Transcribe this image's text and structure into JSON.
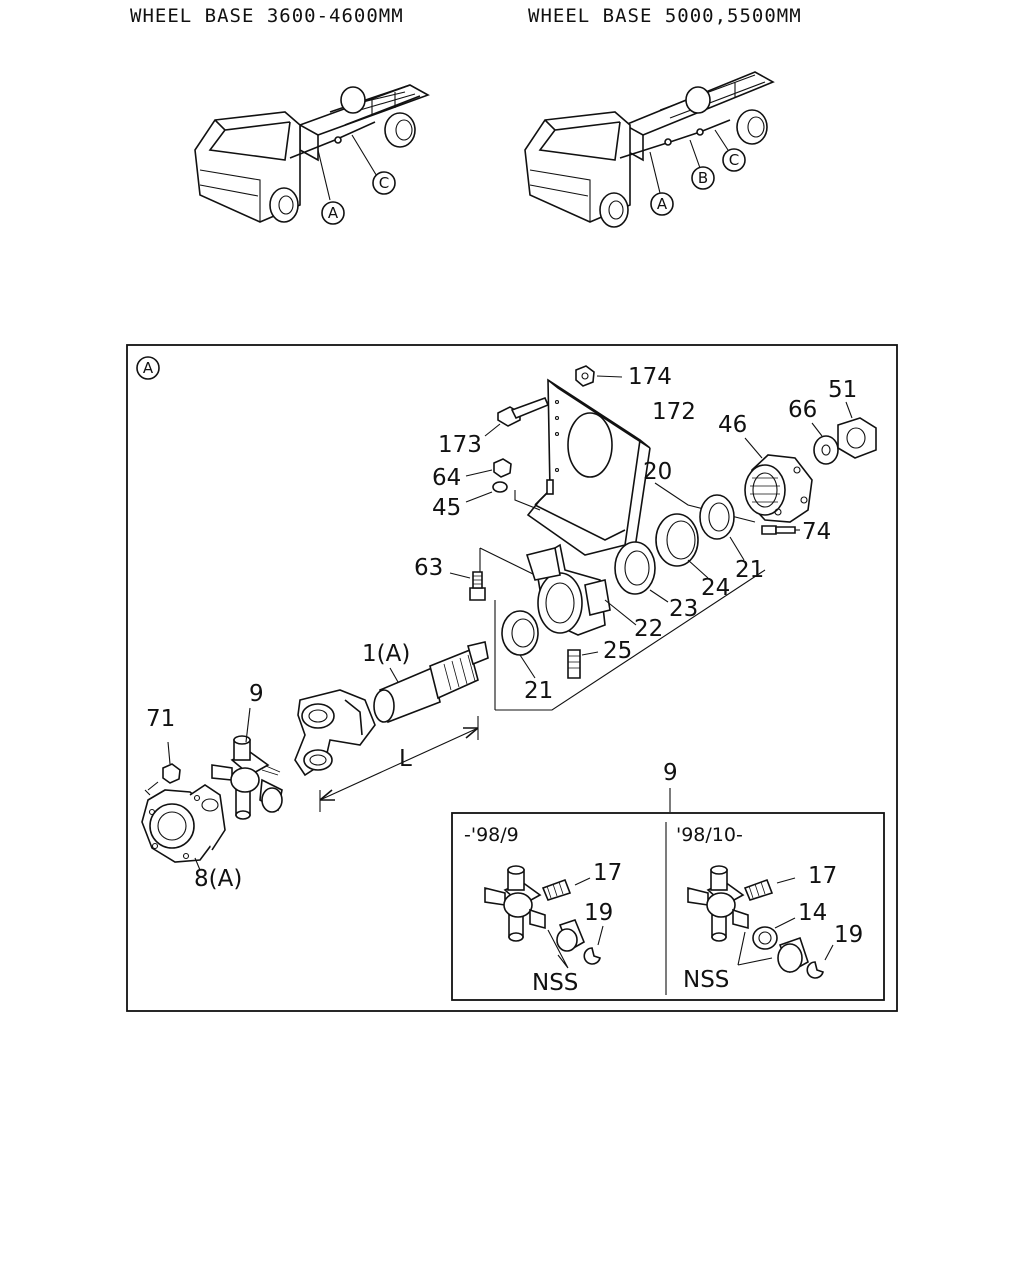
{
  "headers": {
    "left": "WHEEL BASE 3600-4600MM",
    "right": "WHEEL BASE 5000,5500MM"
  },
  "trucks": {
    "left_markers": [
      "A",
      "C"
    ],
    "right_markers": [
      "A",
      "B",
      "C"
    ]
  },
  "detail": {
    "view_marker": "A",
    "part_labels": {
      "p174": "174",
      "p173": "173",
      "p172": "172",
      "p64": "64",
      "p45": "45",
      "p20": "20",
      "p46": "46",
      "p66": "66",
      "p51": "51",
      "p74": "74",
      "p63": "63",
      "p21a": "21",
      "p24": "24",
      "p23": "23",
      "p22": "22",
      "p25": "25",
      "p21b": "21",
      "p1": "1(A)",
      "p9": "9",
      "p71": "71",
      "p8": "8(A)",
      "dim_l": "L",
      "p9b": "9"
    },
    "inset": {
      "left_title": "-'98/9",
      "right_title": "'98/10-",
      "left_labels": {
        "p17": "17",
        "p19": "19",
        "nss": "NSS"
      },
      "right_labels": {
        "p17": "17",
        "p14": "14",
        "p19": "19",
        "nss": "NSS"
      }
    }
  }
}
